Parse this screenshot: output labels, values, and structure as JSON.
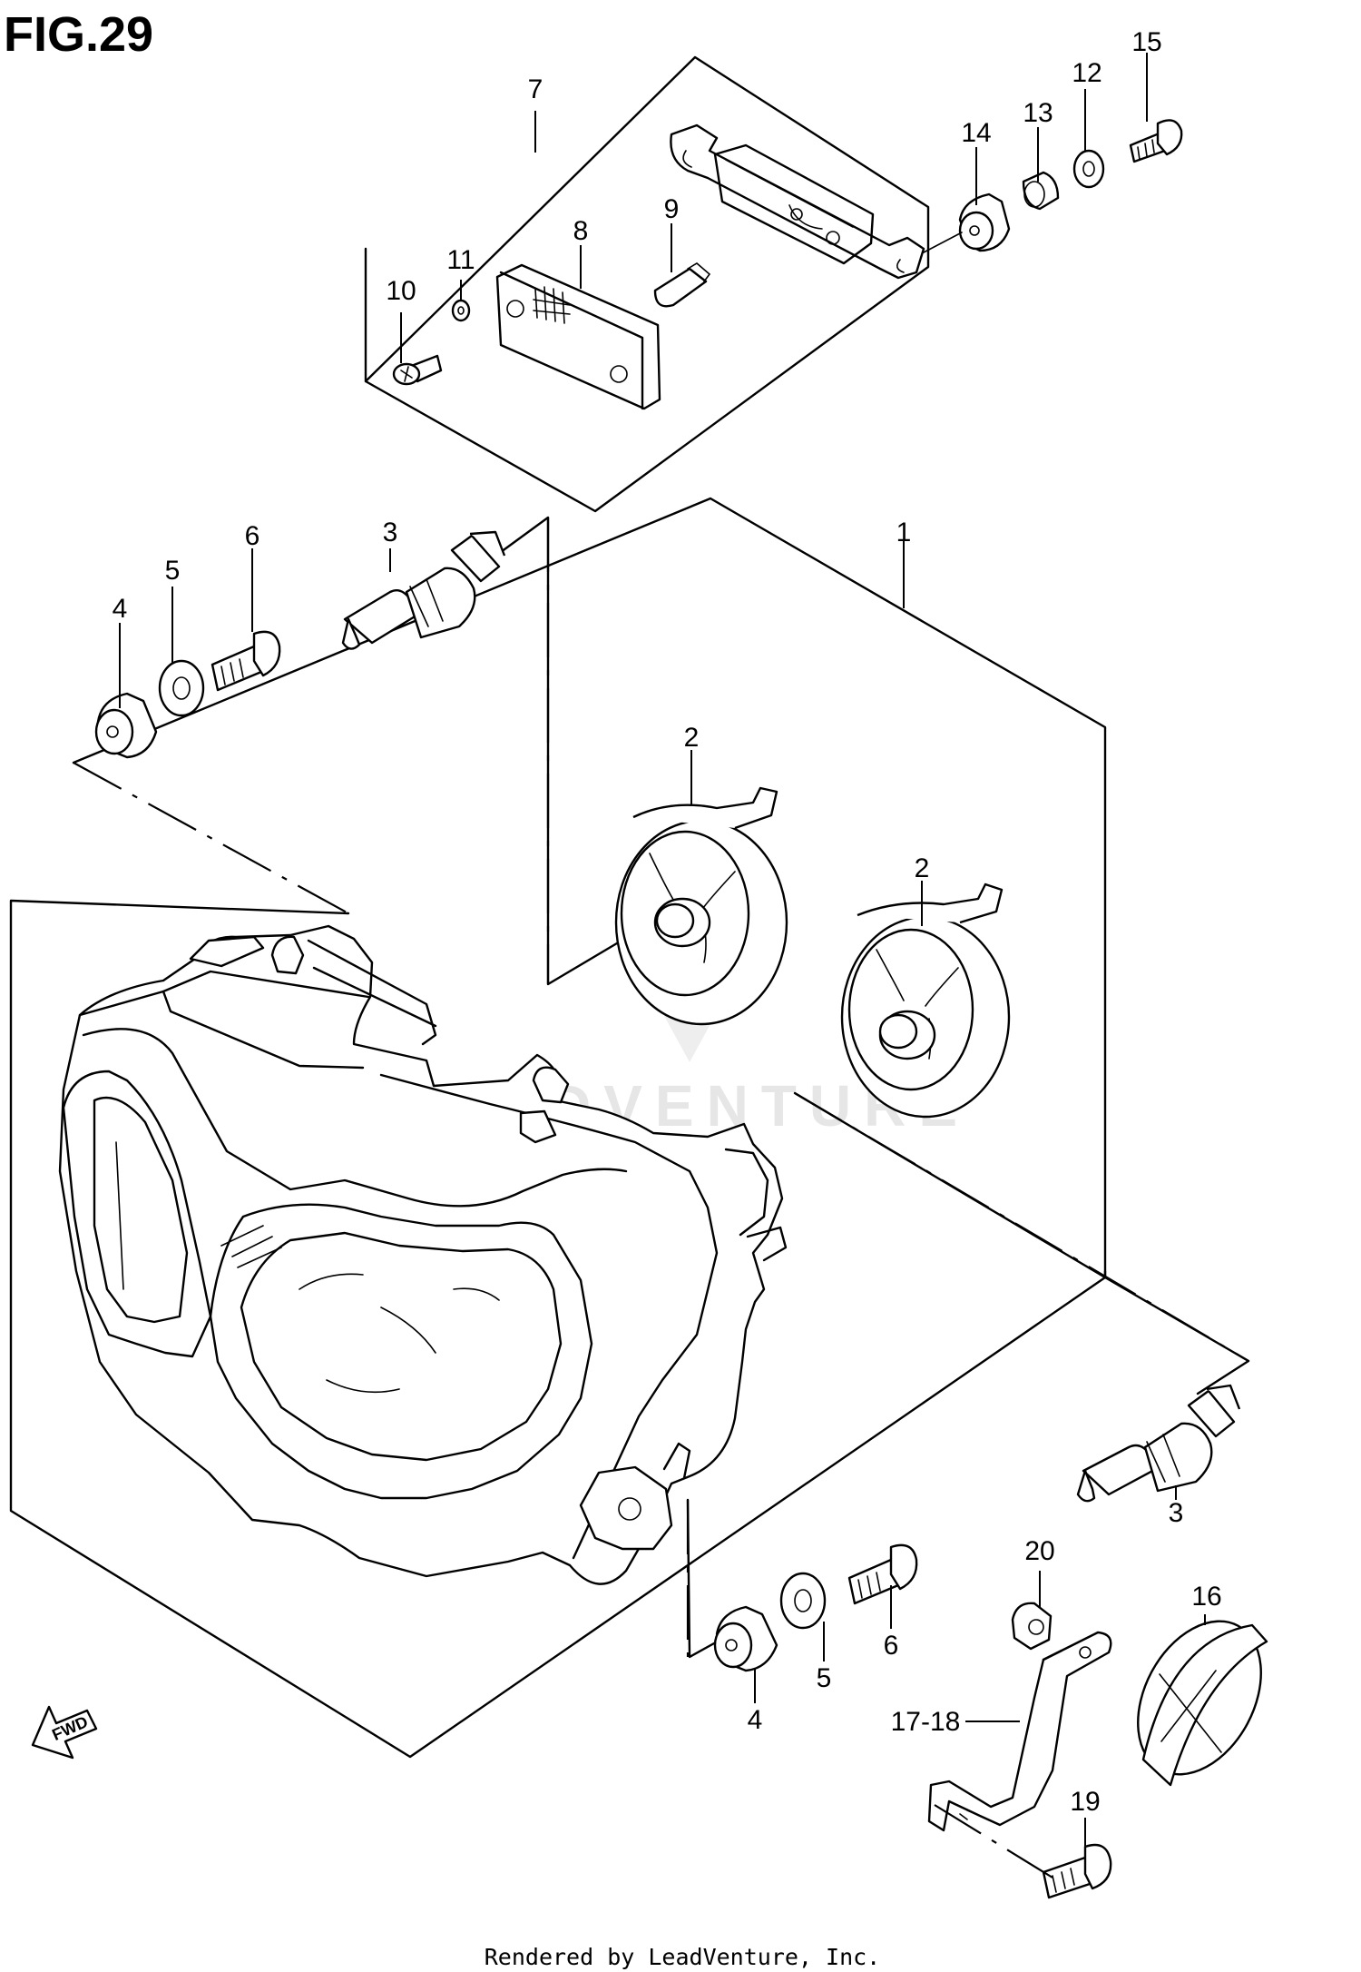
{
  "figure": {
    "title": "FIG.29"
  },
  "watermark": "LEADVENTURE",
  "fwd_label": "FWD",
  "footer": "Rendered by LeadVenture, Inc.",
  "callouts": {
    "c1": "1",
    "c2a": "2",
    "c2b": "2",
    "c3a": "3",
    "c3b": "3",
    "c4a": "4",
    "c4b": "4",
    "c5a": "5",
    "c5b": "5",
    "c6a": "6",
    "c6b": "6",
    "c7": "7",
    "c8": "8",
    "c9": "9",
    "c10": "10",
    "c11": "11",
    "c12": "12",
    "c13": "13",
    "c14": "14",
    "c15": "15",
    "c16": "16",
    "c1718": "17-18",
    "c19": "19",
    "c20": "20"
  }
}
